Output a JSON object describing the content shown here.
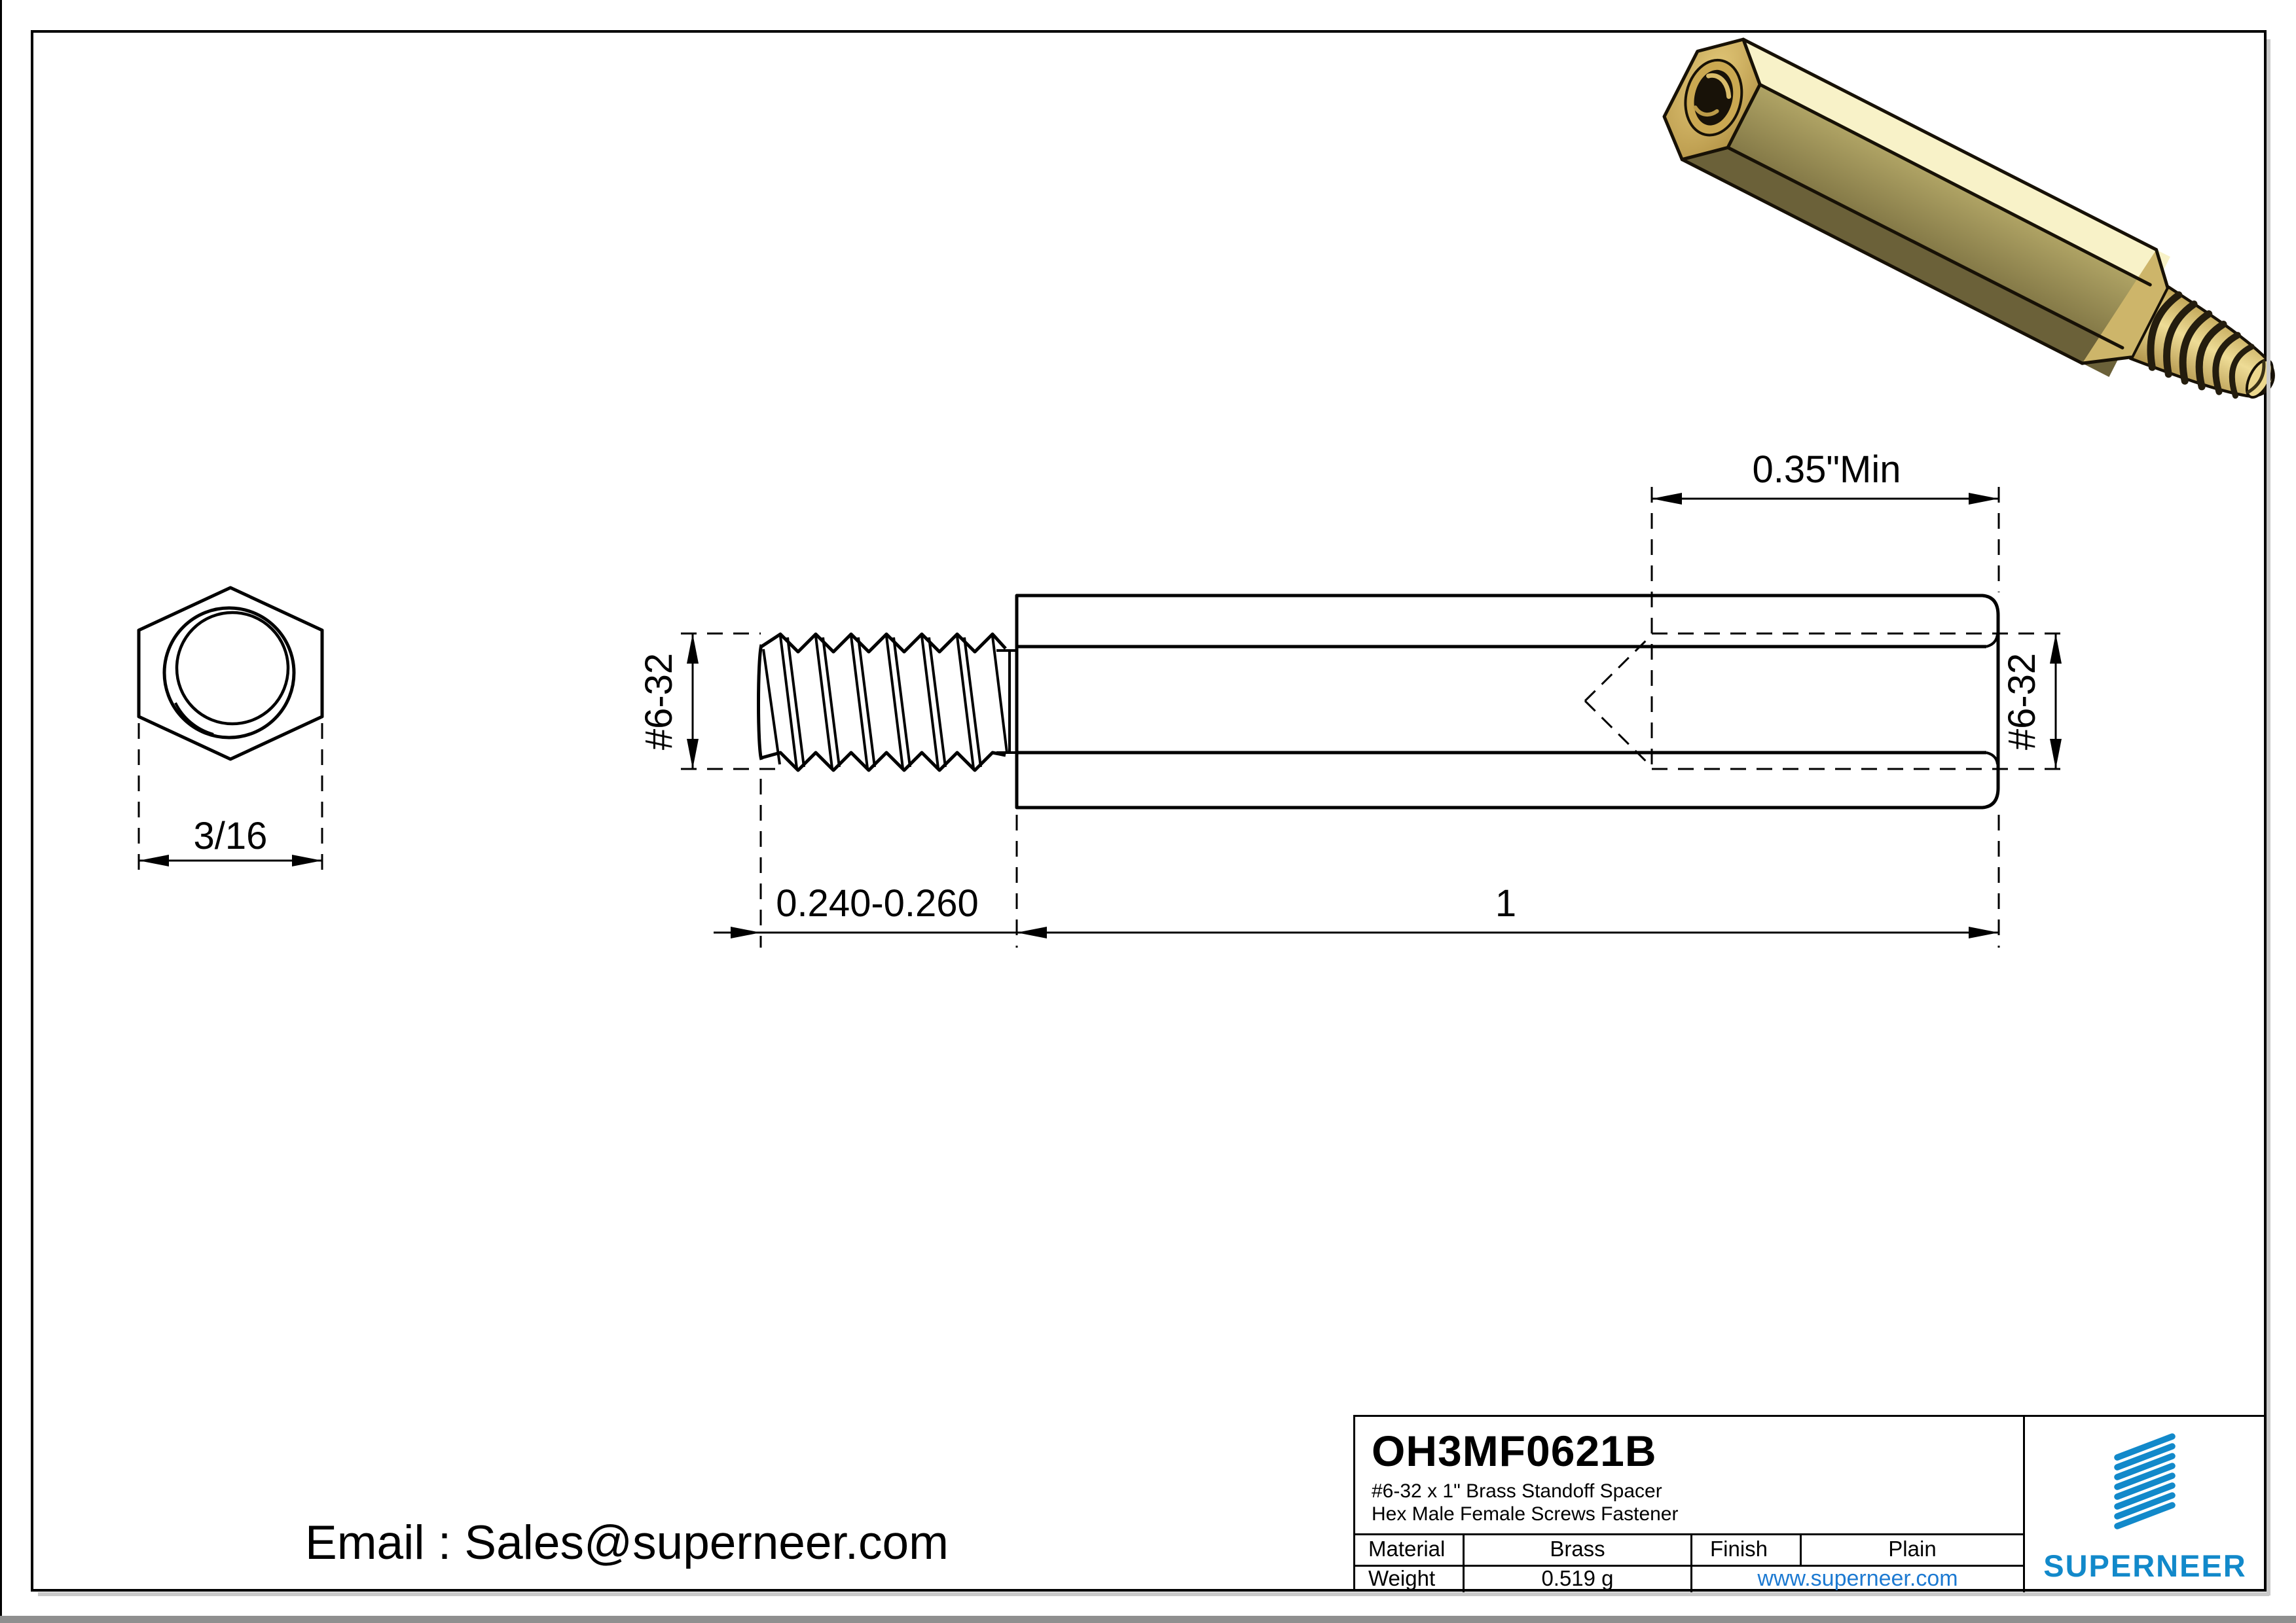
{
  "drawing": {
    "dim_hex_width": "3/16",
    "dim_thread_length": "0.240-0.260",
    "dim_body_length": "1",
    "dim_female_depth": "0.35\"Min",
    "dim_thread_size_left": "#6-32",
    "dim_thread_size_right": "#6-32"
  },
  "contact": {
    "email": "Email : Sales@superneer.com"
  },
  "title_block": {
    "part_number": "OH3MF0621B",
    "description_line1": "#6-32 x 1\" Brass Standoff Spacer",
    "description_line2": "Hex Male Female Screws Fastener",
    "material_label": "Material",
    "material_value": "Brass",
    "finish_label": "Finish",
    "finish_value": "Plain",
    "weight_label": "Weight",
    "weight_value": "0.519 g",
    "website": "www.superneer.com",
    "brand_name": "SUPERNEER"
  },
  "colors": {
    "logo_blue": "#1289ca",
    "link_blue": "#1d7ad2",
    "brass_pale": "#f8f2c8",
    "brass_olive": "#9c9257",
    "brass_dark": "#6b6139",
    "brass_gold": "#d3b763",
    "line_black": "#000000"
  }
}
